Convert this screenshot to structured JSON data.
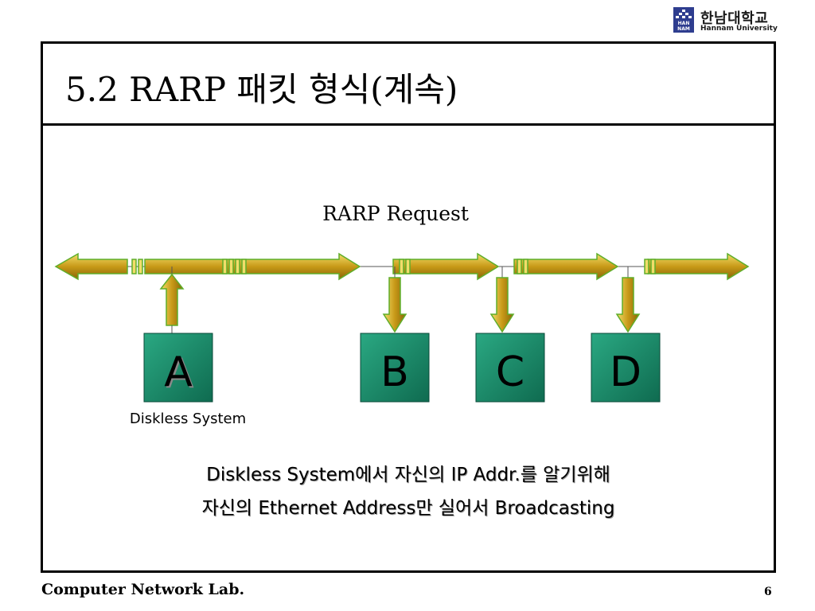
{
  "header": {
    "logo": {
      "korean": "한남대학교",
      "english": "Hannam University",
      "mark_text": "HAN NAM"
    },
    "title": "5.2   RARP 패킷 형식(계속)"
  },
  "diagram": {
    "label": "RARP Request",
    "nodes": [
      {
        "id": "A",
        "label": "A",
        "caption": "Diskless System",
        "direction": "up"
      },
      {
        "id": "B",
        "label": "B",
        "direction": "down"
      },
      {
        "id": "C",
        "label": "C",
        "direction": "down"
      },
      {
        "id": "D",
        "label": "D",
        "direction": "down"
      }
    ],
    "colors": {
      "arrow": "#c8a020",
      "box": "#1e8a6a",
      "line": "#555555"
    }
  },
  "caption": {
    "line1": "Diskless System에서 자신의 IP Addr.를 알기위해",
    "line2": "자신의 Ethernet Address만 실어서 Broadcasting"
  },
  "footer": {
    "lab": "Computer Network Lab.",
    "page": "6"
  }
}
